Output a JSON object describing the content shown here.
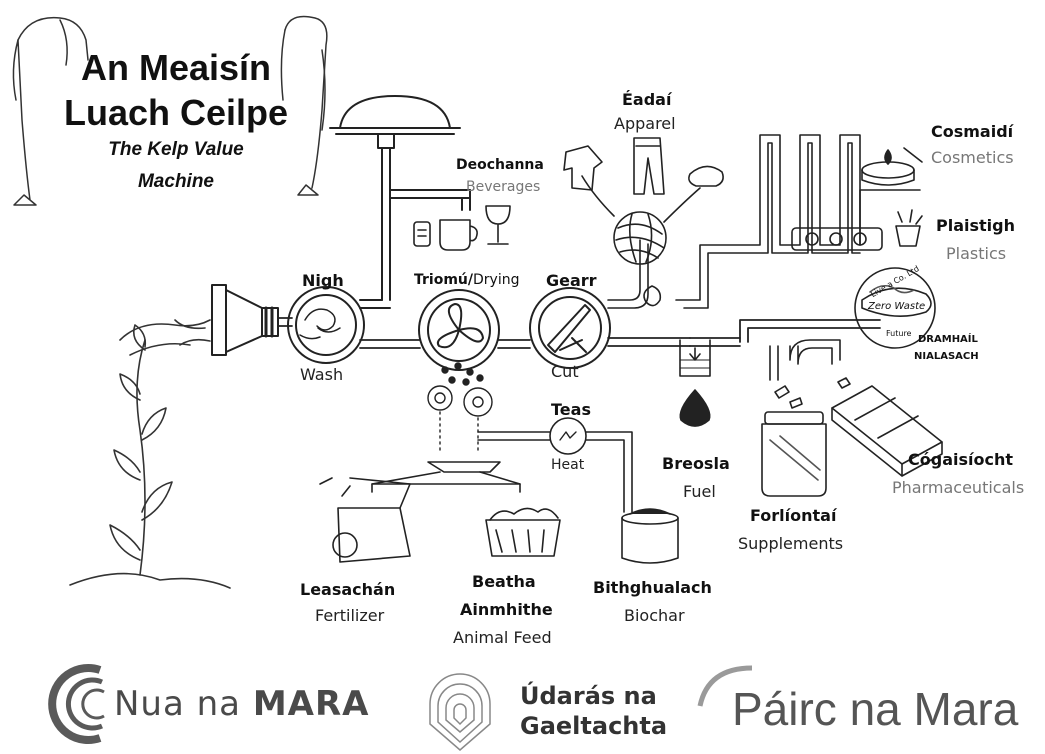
{
  "title": {
    "line1": "An Meaisín",
    "line2": "Luach Ceilpe",
    "sub1": "The Kelp Value",
    "sub2": "Machine"
  },
  "processes": {
    "wash": {
      "ga": "Nigh",
      "en": "Wash"
    },
    "drying": {
      "ga": "Triomú/",
      "en": "Drying"
    },
    "cut": {
      "ga": "Gearr",
      "en": "Cut"
    },
    "heat": {
      "ga": "Teas",
      "en": "Heat"
    }
  },
  "products": {
    "beverages": {
      "ga": "Deochanna",
      "en": "Beverages"
    },
    "apparel": {
      "ga": "Éadaí",
      "en": "Apparel"
    },
    "cosmetics": {
      "ga": "Cosmaidí",
      "en": "Cosmetics"
    },
    "plastics": {
      "ga": "Plaistigh",
      "en": "Plastics"
    },
    "zero_waste": {
      "ga1": "DRAMHAÍL",
      "ga2": "NIALASACH",
      "badge": "Zero Waste",
      "badge_top": "Live a Co. Ltd",
      "badge_bottom": "Future"
    },
    "fuel": {
      "ga": "Breosla",
      "en": "Fuel"
    },
    "supplements": {
      "ga": "Forlíontaí",
      "en": "Supplements"
    },
    "pharmaceuticals": {
      "ga": "Cógaisíocht",
      "en": "Pharmaceuticals"
    },
    "fertilizer": {
      "ga": "Leasachán",
      "en": "Fertilizer"
    },
    "animal_feed": {
      "ga1": "Beatha",
      "ga2": "Ainmhithe",
      "en": "Animal Feed"
    },
    "biochar": {
      "ga": "Bithghualach",
      "en": "Biochar"
    }
  },
  "logos": {
    "nua_na_mara": {
      "part1": "Nua na ",
      "part2": "MARA"
    },
    "udaras": {
      "line1": "Údarás na",
      "line2": "Gaeltachta"
    },
    "pairc": "Páirc na Mara"
  },
  "colors": {
    "ink": "#111111",
    "muted": "#777777",
    "logo_grey": "#5a5a5a"
  }
}
